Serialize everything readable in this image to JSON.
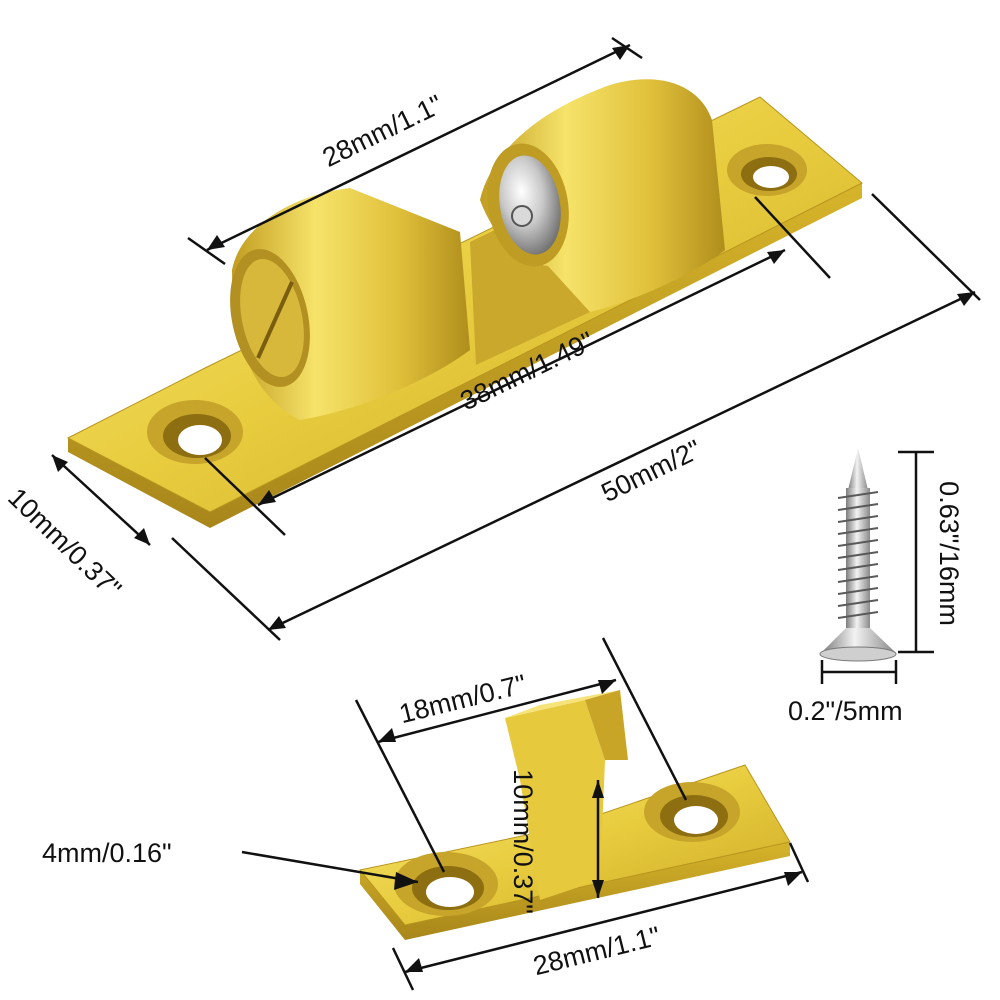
{
  "colors": {
    "brass_light": "#f3de5a",
    "brass_mid": "#d9b92c",
    "brass_dark": "#a8861a",
    "steel_light": "#eeeeee",
    "steel_dark": "#8a8a8a",
    "line": "#111111"
  },
  "catch": {
    "dim_top_width": "28mm/1.1\"",
    "dim_mounting_holes": "38mm/1.49\"",
    "dim_total_length": "50mm/2\"",
    "dim_width": "10mm/0.37\""
  },
  "screw": {
    "dim_length": "0.63\"/16mm",
    "dim_head": "0.2\"/5mm"
  },
  "strike": {
    "dim_tongue_span": "18mm/0.7\"",
    "dim_tongue_height": "10mm/0.37\"",
    "dim_hole": "4mm/0.16\"",
    "dim_length": "28mm/1.1\""
  }
}
